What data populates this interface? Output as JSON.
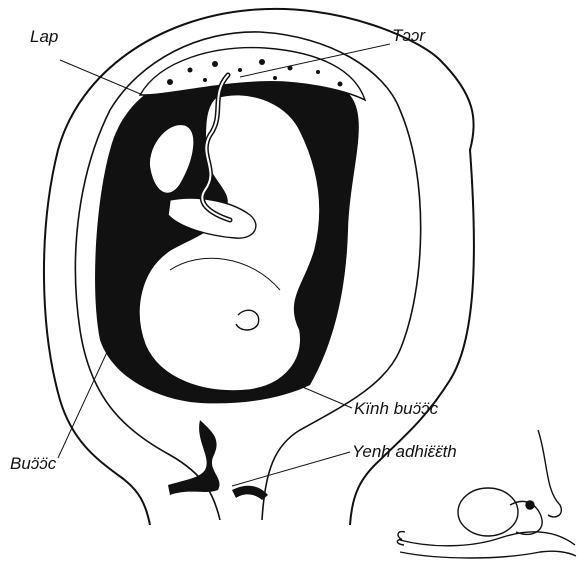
{
  "labels": {
    "lap": "Lap",
    "toor": "Tɔɔr",
    "kinh_buooc": "Kïnh buɔ̈ɔ̈c",
    "yenh_adhieeth": "Yenh adhiɛ̈ɛ̈th",
    "buooc": "Buɔ̈ɔ̈c"
  },
  "colors": {
    "ink": "#111111",
    "background": "#ffffff"
  }
}
